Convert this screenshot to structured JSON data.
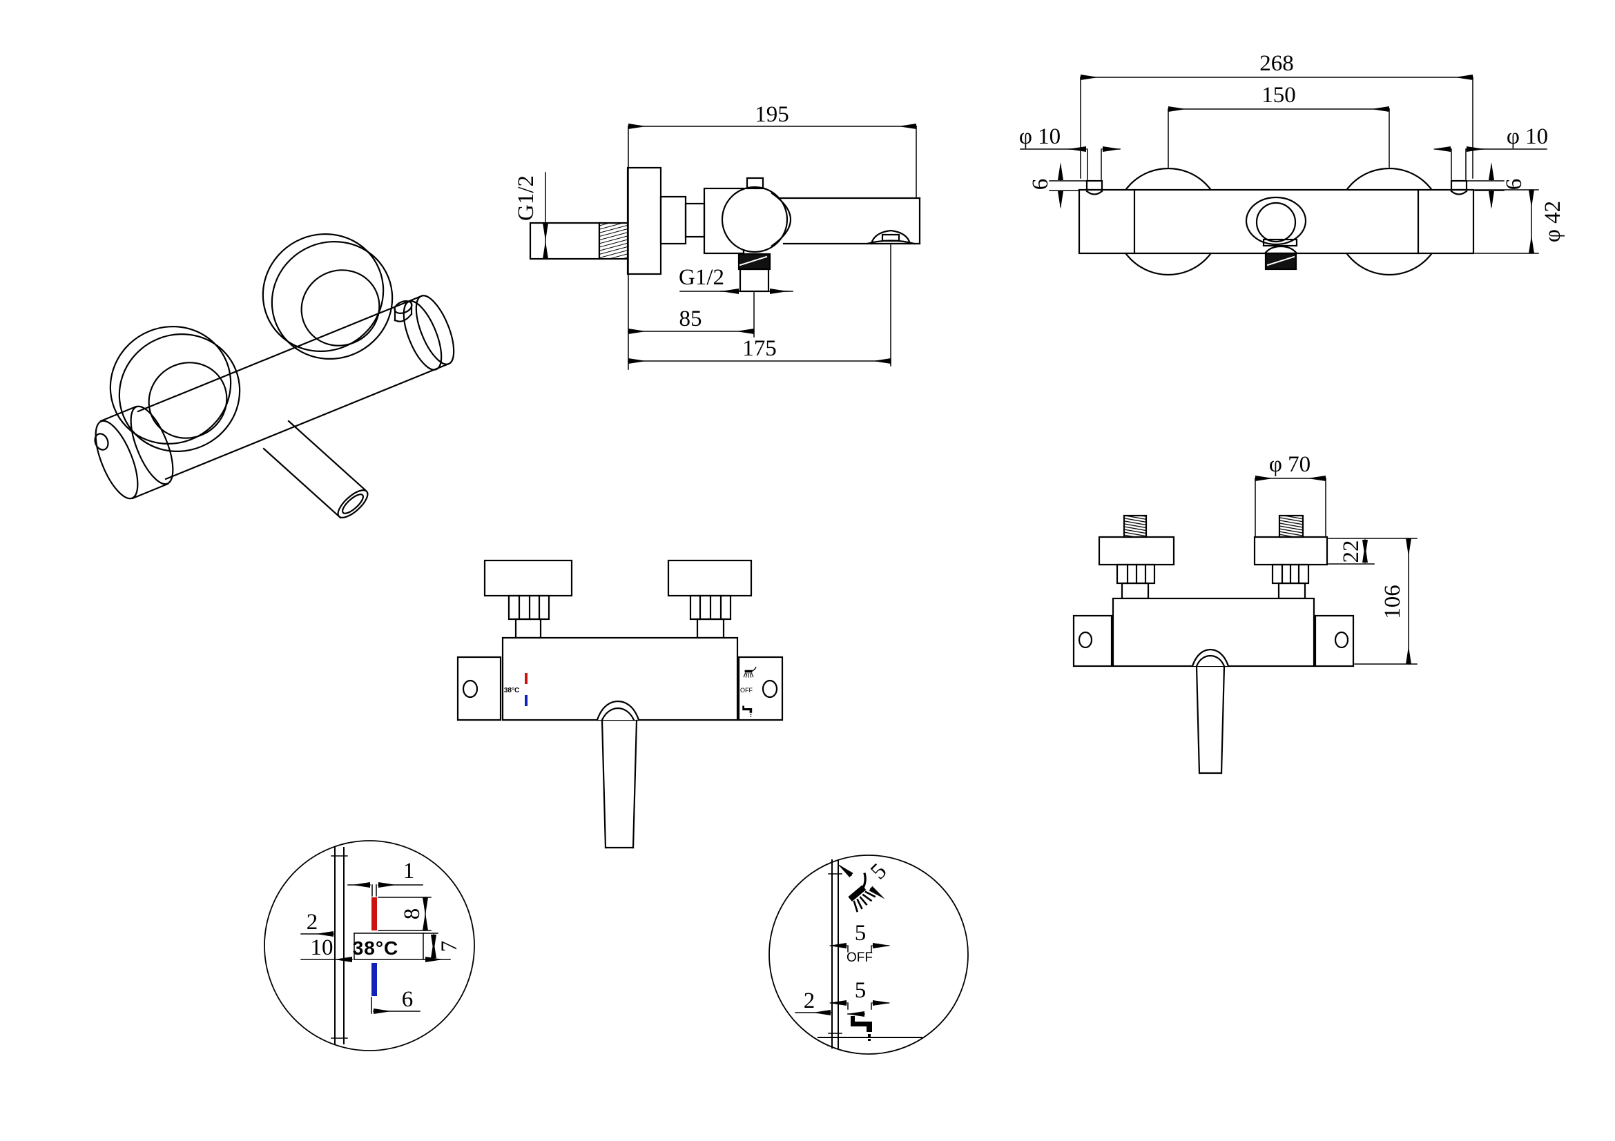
{
  "drawing": {
    "side_view": {
      "dim_length": "195",
      "inlet_thread": "G1/2",
      "outlet_thread": "G1/2",
      "dim_outlet_offset": "85",
      "dim_spout_reach": "175"
    },
    "front_top_view": {
      "dim_total_width": "268",
      "dim_hole_centers": "150",
      "dim_pin_left": "φ 10",
      "dim_pin_right": "φ 10",
      "dim_gap_left": "6",
      "dim_gap_right": "6",
      "dim_body_diameter": "φ 42"
    },
    "front_view": {
      "temp_marking": "38°C",
      "mode_off": "OFF"
    },
    "front_dim_view": {
      "dim_knob_diameter": "φ 70",
      "dim_knob_height": "22",
      "dim_total_height": "106"
    },
    "detail_temperature": {
      "dim_mark_width": "1",
      "dim_hot_mark_length": "8",
      "dim_panel_thickness": "2",
      "dim_label_width": "10",
      "dim_label_height": "7",
      "dim_cold_mark": "6",
      "temp_label": "38°C"
    },
    "detail_modes": {
      "dim_shower_icon": "5",
      "dim_off_label": "5",
      "dim_tap_icon": "5",
      "dim_panel_thickness": "2",
      "off_label": "OFF"
    }
  },
  "colors": {
    "line": "#000000",
    "hot": "#cc1111",
    "cold": "#1122bb",
    "background": "#ffffff"
  }
}
